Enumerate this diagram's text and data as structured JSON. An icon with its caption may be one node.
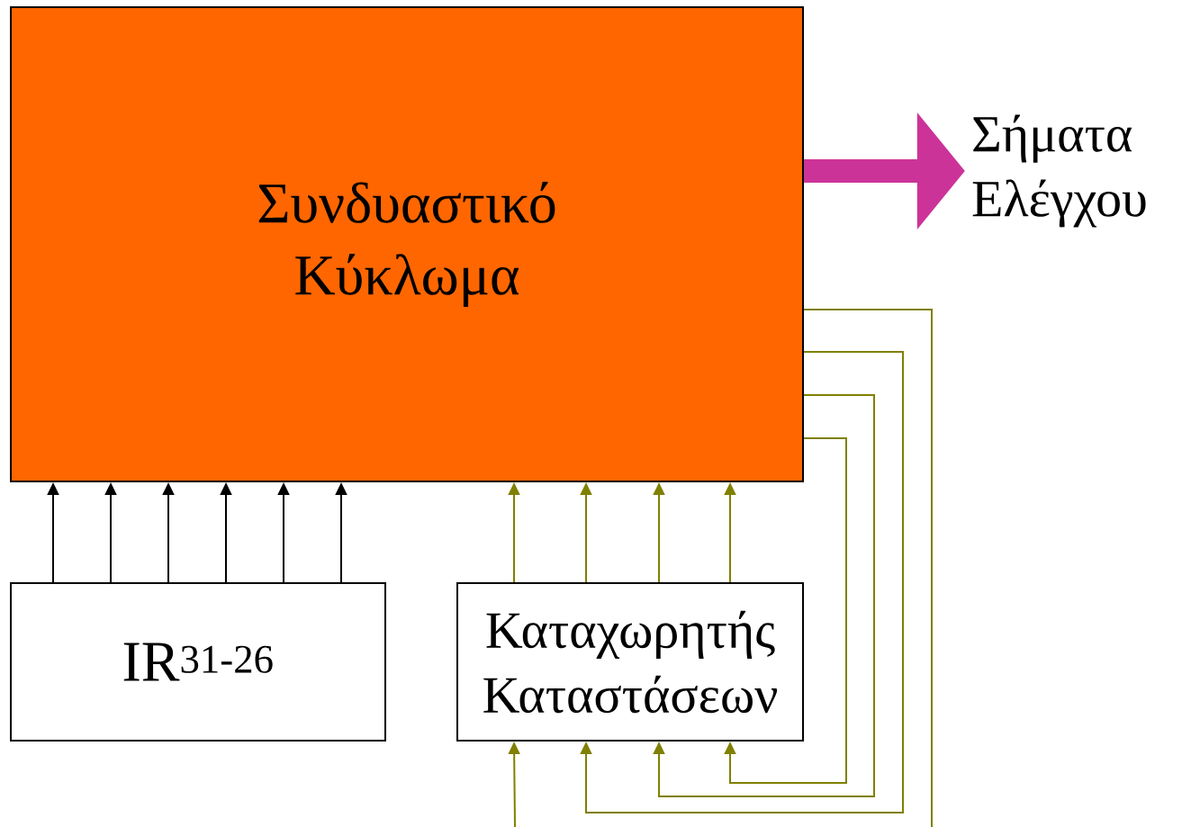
{
  "diagram": {
    "nodes": [
      {
        "text": [
          "Συνδυαστικό Κύκλωμα"
        ]
      },
      {
        "text": [
          "IR$^{31-26}$"
        ]
      },
      {
        "text": [
          "Καταχωρητής Καταστάσεων"
        ]
      },
      {
        "text": [
          "Σήματα Ελέγχου"
        ]
      }
    ],
    "edges": [
      {
        "from": 1,
        "to": 0,
        "arrow": "to",
        "color": "#000000"
      },
      {
        "from": 1,
        "to": 0,
        "arrow": "to",
        "color": "#000000"
      },
      {
        "from": 1,
        "to": 0,
        "arrow": "to",
        "color": "#000000"
      },
      {
        "from": 1,
        "to": 0,
        "arrow": "to",
        "color": "#000000"
      },
      {
        "from": 1,
        "to": 0,
        "arrow": "to",
        "color": "#000000"
      },
      {
        "from": 1,
        "to": 0,
        "arrow": "to",
        "color": "#000000"
      },
      {
        "from": 2,
        "to": 0,
        "arrow": "to"
      },
      {
        "from": 2,
        "to": 0,
        "arrow": "to"
      },
      {
        "from": 2,
        "to": 0,
        "arrow": "to"
      },
      {
        "from": 2,
        "to": 0,
        "arrow": "to"
      },
      {
        "from": null,
        "to": 2,
        "arrow": "to"
      },
      {
        "from": 0,
        "to": 2,
        "arrow": "to"
      },
      {
        "from": 0,
        "to": 2,
        "arrow": "to"
      },
      {
        "from": 0,
        "to": 2,
        "arrow": "to"
      },
      {
        "from": 0,
        "to": null,
        "arrow": "none"
      },
      {
        "from": 0,
        "to": 3,
        "arrow": "to",
        "style": "thick",
        "color": "#cc3399"
      }
    ]
  }
}
